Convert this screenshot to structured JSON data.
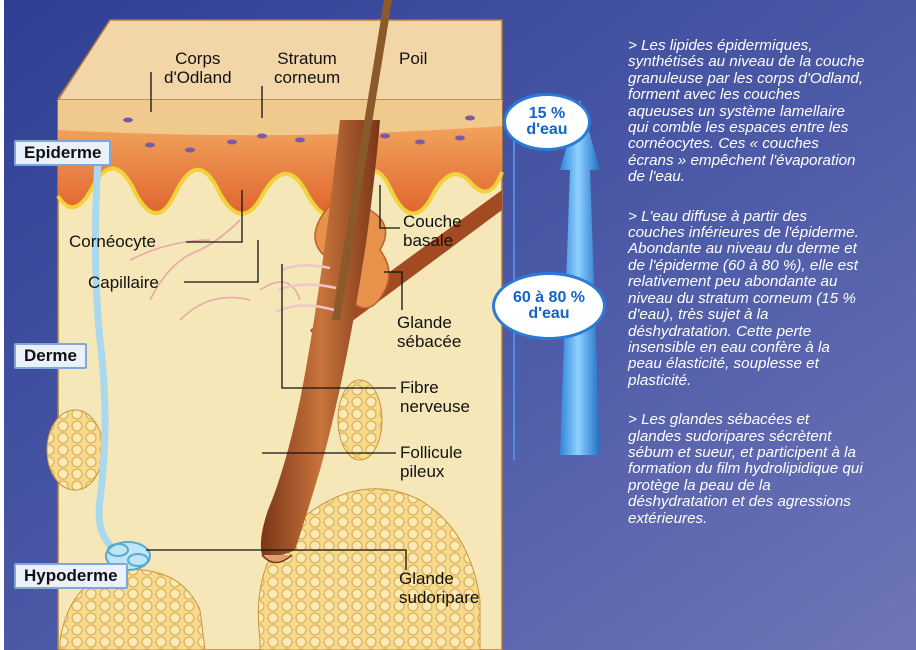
{
  "labels": {
    "corps_odland": "Corps\nd'Odland",
    "stratum_corneum": "Stratum\ncorneum",
    "poil": "Poil",
    "couche_basale": "Couche\nbasale",
    "corneocyte": "Cornéocyte",
    "capillaire": "Capillaire",
    "glande_sebacee": "Glande\nsébacée",
    "fibre_nerveuse": "Fibre\nnerveuse",
    "follicule_pileux": "Follicule\npileux",
    "glande_sudoripare": "Glande\nsudoripare"
  },
  "layers": {
    "epiderme": "Epiderme",
    "derme": "Derme",
    "hypoderme": "Hypoderme"
  },
  "water": {
    "top_value": "15 %",
    "top_unit": "d'eau",
    "bottom_value": "60 à 80 %",
    "bottom_unit": "d'eau"
  },
  "notes": [
    "> Les lipides épidermiques,\nsynthétisés au niveau de la couche\ngranuleuse par les corps d'Odland,\nforment avec les couches\naqueuses un système lamellaire\nqui comble les espaces entre les\ncornéocytes. Ces « couches\nécrans » empêchent l'évaporation\nde l'eau.",
    "> L'eau diffuse à partir des\ncouches inférieures de l'épiderme.\nAbondante au niveau du derme et\nde l'épiderme (60 à 80 %), elle est\nrelativement peu abondante au\nniveau du stratum corneum (15 %\nd'eau), très sujet à la\ndéshydratation. Cette perte\ninsensible en eau  confère à la\npeau élasticité, souplesse et\nplasticité.",
    "> Les glandes sébacées et\nglandes sudoripares sécrètent\nsébum et sueur, et participent à la\nformation du film hydrolipidique qui\nprotège la peau de la\ndéshydratation et des agressions\nextérieures."
  ],
  "colors": {
    "background": "#3b4a9a",
    "dermis": "#f6e7b8",
    "epidermis": "#e8833f",
    "stratum_corneum": "#f3d6a8",
    "fat": "#f5d58a",
    "hair": "#a8532a",
    "arrow": "#3d9ae6"
  }
}
